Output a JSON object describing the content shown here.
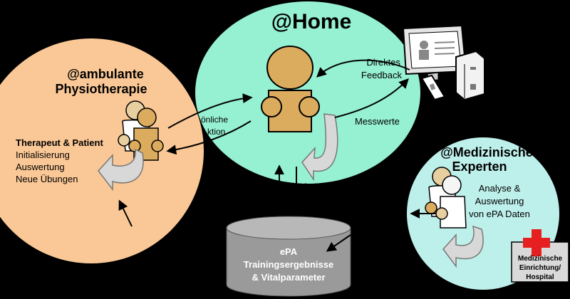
{
  "colors": {
    "background": "#000000",
    "ambulant_circle": "#FAC896",
    "home_circle": "#96F0D2",
    "experts_circle": "#BEF0EB",
    "person_tan": "#DCAC5E",
    "person_light": "#E8CFA0",
    "arrow_gray": "#D8D8D8",
    "db_gray": "#9A9A9A",
    "hospital_box": "#D9D9D9",
    "red_cross": "#E62020"
  },
  "home": {
    "title": "@Home",
    "direct_feedback_1": "Direktes",
    "direct_feedback_2": "Feedback",
    "measurements": "Messwerte",
    "interaction_1": "önliche",
    "interaction_2": "ktion",
    "vital_params": "Vitalparamet"
  },
  "ambulant": {
    "title_1": "@ambulante",
    "title_2": "Physiotherapie",
    "role": "Therapeut & Patient",
    "task_1": "Initialisierung",
    "task_2": "Auswertung",
    "task_3": "Neue Übungen"
  },
  "experts": {
    "title_1": "@Medizinische",
    "title_2": "Experten",
    "desc_1": "Analyse &",
    "desc_2": "Auswertung",
    "desc_3": "von ePA Daten"
  },
  "database": {
    "line_1": "ePA",
    "line_2": "Trainingsergebnisse",
    "line_3": "& Vitalparameter"
  },
  "hospital": {
    "line_1": "Medizinische",
    "line_2": "Einrichtung/",
    "line_3": "Hospital"
  },
  "icons": [
    "person-icon",
    "therapist-patient-icon",
    "expert-icon",
    "monitor-device-icon",
    "sensor-device-icon",
    "return-arrow-icon",
    "database-icon",
    "red-cross-icon"
  ]
}
